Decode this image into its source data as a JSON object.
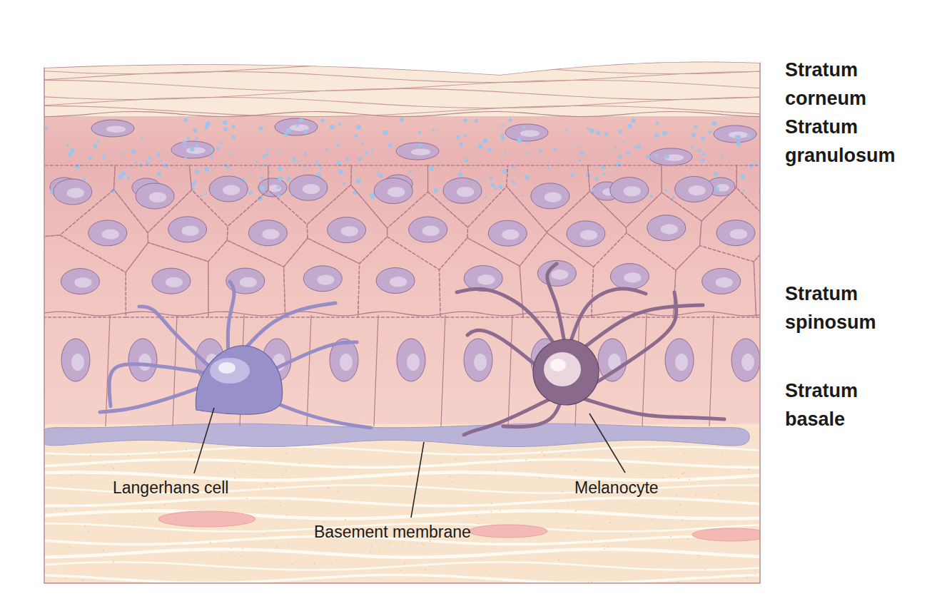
{
  "diagram": {
    "labels": [
      "Stratum corneum",
      "Stratum granulosum",
      "Stratum spinosum",
      "Stratum basale",
      "Langerhans cell",
      "Basement membrane",
      "Melanocyte"
    ]
  }
}
